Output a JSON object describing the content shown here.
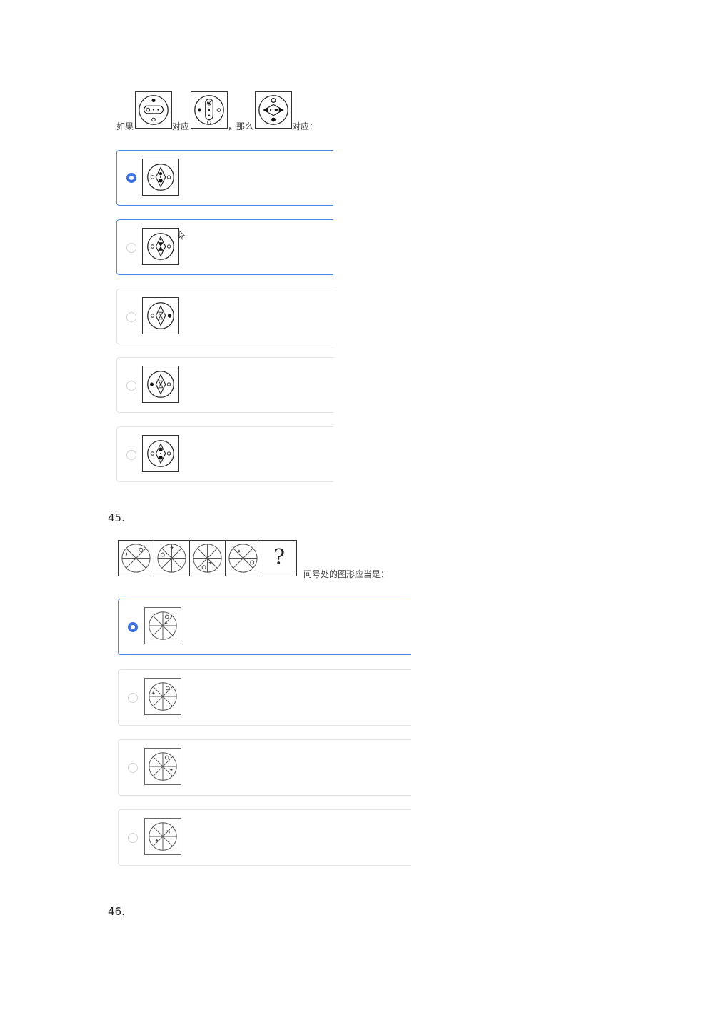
{
  "q44": {
    "prompt_part1": "如果",
    "prompt_part2": "对应",
    "prompt_part3": "，那么",
    "prompt_part4": "对应：",
    "options": [
      {
        "selected": true
      },
      {
        "selected": false
      },
      {
        "selected": false
      },
      {
        "selected": false
      },
      {
        "selected": false
      }
    ]
  },
  "q45": {
    "number": "45.",
    "question_mark": "?",
    "prompt": "问号处的图形应当是：",
    "options": [
      {
        "selected": true
      },
      {
        "selected": false
      },
      {
        "selected": false
      },
      {
        "selected": false
      }
    ]
  },
  "q46": {
    "number": "46."
  },
  "colors": {
    "accent": "#3d73e6",
    "selected_border": "#4a86e8",
    "option_border": "#e3e3e3"
  }
}
